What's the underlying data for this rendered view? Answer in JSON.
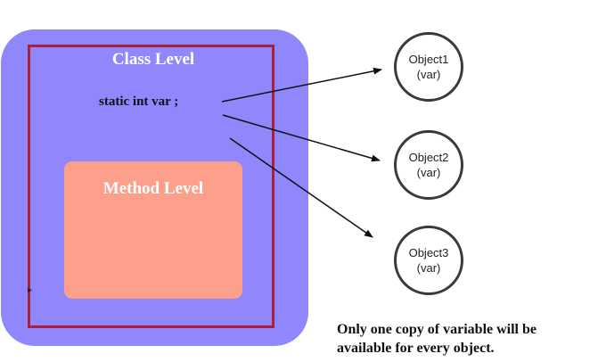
{
  "class_level": {
    "title": "Class Level",
    "code": "static int var ;"
  },
  "method_level": {
    "title": "Method Level"
  },
  "objects": [
    {
      "name": "Object1",
      "sub": "(var)"
    },
    {
      "name": "Object2",
      "sub": "(var)"
    },
    {
      "name": "Object3",
      "sub": "(var)"
    }
  ],
  "note": {
    "line1": "Only one copy of variable will be",
    "line2": "available for every object."
  },
  "colors": {
    "class_level_fill": "#8f87fb",
    "class_level_border": "#a8213a",
    "method_level_fill": "#fca08b"
  }
}
